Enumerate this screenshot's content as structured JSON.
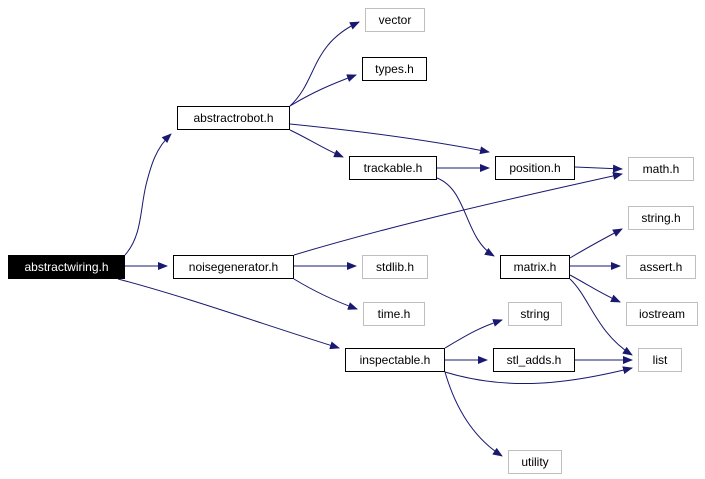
{
  "graph": {
    "colors": {
      "edge": "#191970",
      "root_fill": "#000000",
      "root_text": "#ffffff",
      "internal_border": "#000000",
      "external_border": "#bfbfbf"
    },
    "nodes": {
      "abstractwiring_h": {
        "label": "abstractwiring.h",
        "kind": "root"
      },
      "abstractrobot_h": {
        "label": "abstractrobot.h",
        "kind": "internal"
      },
      "noisegenerator_h": {
        "label": "noisegenerator.h",
        "kind": "internal"
      },
      "inspectable_h": {
        "label": "inspectable.h",
        "kind": "internal"
      },
      "trackable_h": {
        "label": "trackable.h",
        "kind": "internal"
      },
      "position_h": {
        "label": "position.h",
        "kind": "internal"
      },
      "matrix_h": {
        "label": "matrix.h",
        "kind": "internal"
      },
      "types_h": {
        "label": "types.h",
        "kind": "internal"
      },
      "stl_adds_h": {
        "label": "stl_adds.h",
        "kind": "internal"
      },
      "vector": {
        "label": "vector",
        "kind": "external"
      },
      "math_h": {
        "label": "math.h",
        "kind": "external"
      },
      "string_h": {
        "label": "string.h",
        "kind": "external"
      },
      "assert_h": {
        "label": "assert.h",
        "kind": "external"
      },
      "iostream": {
        "label": "iostream",
        "kind": "external"
      },
      "stdlib_h": {
        "label": "stdlib.h",
        "kind": "external"
      },
      "time_h": {
        "label": "time.h",
        "kind": "external"
      },
      "string": {
        "label": "string",
        "kind": "external"
      },
      "list": {
        "label": "list",
        "kind": "external"
      },
      "utility": {
        "label": "utility",
        "kind": "external"
      }
    },
    "edges": [
      {
        "from": "abstractwiring_h",
        "to": "abstractrobot_h"
      },
      {
        "from": "abstractwiring_h",
        "to": "noisegenerator_h"
      },
      {
        "from": "abstractwiring_h",
        "to": "inspectable_h"
      },
      {
        "from": "abstractrobot_h",
        "to": "vector"
      },
      {
        "from": "abstractrobot_h",
        "to": "types_h"
      },
      {
        "from": "abstractrobot_h",
        "to": "position_h"
      },
      {
        "from": "abstractrobot_h",
        "to": "trackable_h"
      },
      {
        "from": "trackable_h",
        "to": "position_h"
      },
      {
        "from": "trackable_h",
        "to": "matrix_h"
      },
      {
        "from": "position_h",
        "to": "math_h"
      },
      {
        "from": "noisegenerator_h",
        "to": "math_h"
      },
      {
        "from": "noisegenerator_h",
        "to": "stdlib_h"
      },
      {
        "from": "noisegenerator_h",
        "to": "time_h"
      },
      {
        "from": "matrix_h",
        "to": "string_h"
      },
      {
        "from": "matrix_h",
        "to": "assert_h"
      },
      {
        "from": "matrix_h",
        "to": "iostream"
      },
      {
        "from": "matrix_h",
        "to": "list"
      },
      {
        "from": "inspectable_h",
        "to": "string"
      },
      {
        "from": "inspectable_h",
        "to": "stl_adds_h"
      },
      {
        "from": "inspectable_h",
        "to": "list"
      },
      {
        "from": "inspectable_h",
        "to": "utility"
      },
      {
        "from": "stl_adds_h",
        "to": "list"
      }
    ]
  }
}
